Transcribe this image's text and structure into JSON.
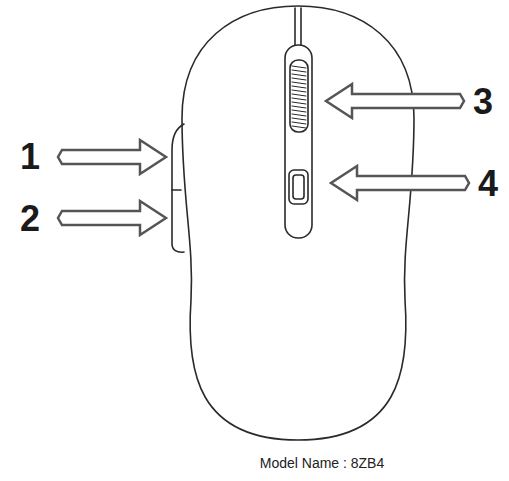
{
  "diagram": {
    "labels": [
      "1",
      "2",
      "3",
      "4",
      "Model Name : 8ZB4"
    ]
  }
}
